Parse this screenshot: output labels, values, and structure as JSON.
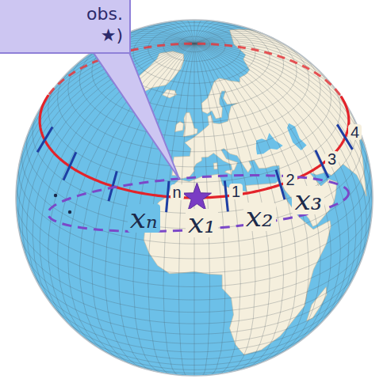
{
  "diagram": {
    "nodes": [
      {
        "text": [
          "obs.",
          "★)"
        ]
      }
    ],
    "labels": [
      "n",
      "1",
      "2",
      "3",
      "4",
      "xₙ",
      "x₁",
      "x₂",
      "x₃"
    ]
  }
}
